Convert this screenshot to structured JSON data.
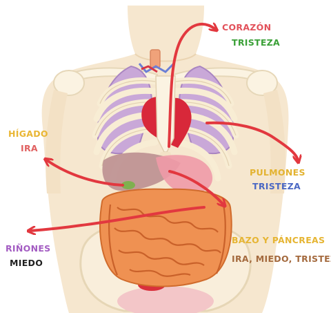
{
  "organs": [
    {
      "id": "corazon",
      "name": "CORAZÓN",
      "emotion": "TRISTEZA"
    },
    {
      "id": "higado",
      "name": "HÍGADO",
      "emotion": "IRA"
    },
    {
      "id": "pulmones",
      "name": "PULMONES",
      "emotion": "TRISTEZA"
    },
    {
      "id": "rinones",
      "name": "RIÑONES",
      "emotion": "MIEDO"
    },
    {
      "id": "bazo",
      "name": "BAZO Y PÁNCREAS",
      "emotion": "IRA, MIEDO, TRISTEZA"
    }
  ],
  "colors": {
    "arrow": "#e2383f",
    "corazon_name": "#e2525b",
    "corazon_emotion": "#3aa037",
    "higado_name": "#e9b634",
    "higado_emotion": "#e06060",
    "pulmones_name": "#e3b331",
    "pulmones_emotion": "#4b68c4",
    "rinones_name": "#a35cc2",
    "rinones_emotion": "#1f1f1f",
    "bazo_name": "#e6b533",
    "bazo_emotion": "#a46a3e"
  }
}
